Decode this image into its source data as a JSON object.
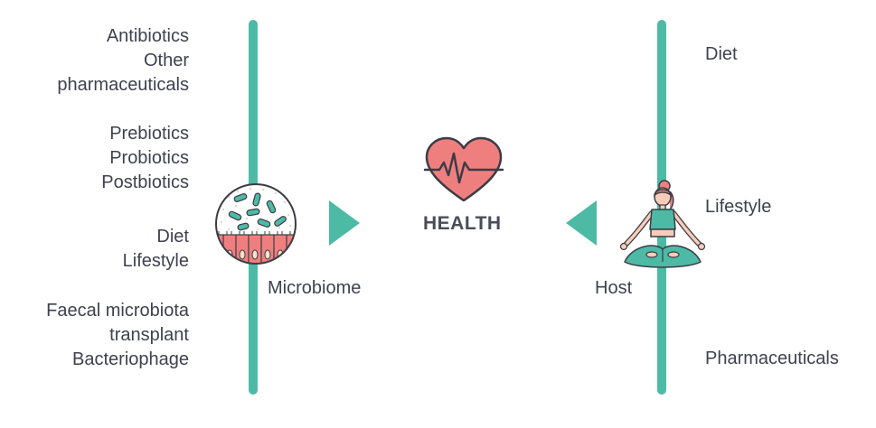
{
  "colors": {
    "teal": "#4dbaa6",
    "text": "#3f4150",
    "heart": "#ef7f7f",
    "outline": "#3c3c46",
    "cell": "#ef7f7f",
    "skin": "#f7cdb8",
    "hair": "#ef7f7f"
  },
  "left_interventions": {
    "group1": [
      "Antibiotics",
      "Other",
      "pharmaceuticals"
    ],
    "group2": [
      "Prebiotics",
      "Probiotics",
      "Postbiotics"
    ],
    "group3": [
      "Diet",
      "Lifestyle"
    ],
    "group4": [
      "Faecal microbiota",
      "transplant",
      "Bacteriophage"
    ]
  },
  "microbiome_label": "Microbiome",
  "health_label": "HEALTH",
  "host_label": "Host",
  "right_factors": {
    "diet": "Diet",
    "lifestyle": "Lifestyle",
    "pharmaceuticals": "Pharmaceuticals"
  },
  "icons": {
    "microbiome": "microbiome-icon",
    "heart": "heart-ekg-icon",
    "host": "meditating-person-icon",
    "arrow_right": "triangle-right-icon",
    "arrow_left": "triangle-left-icon"
  }
}
